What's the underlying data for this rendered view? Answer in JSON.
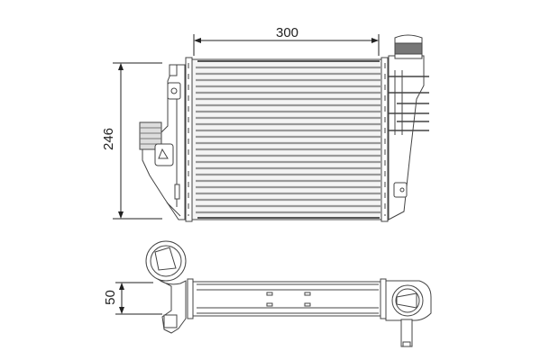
{
  "drawing": {
    "subject": "intercooler technical drawing",
    "views": [
      "front-view",
      "top-view"
    ],
    "dimensions": {
      "width": "300",
      "height": "246",
      "depth": "50"
    },
    "line_color": "#333333",
    "fill_color": "#ffffff",
    "shade_color": "#aaaaaa"
  }
}
